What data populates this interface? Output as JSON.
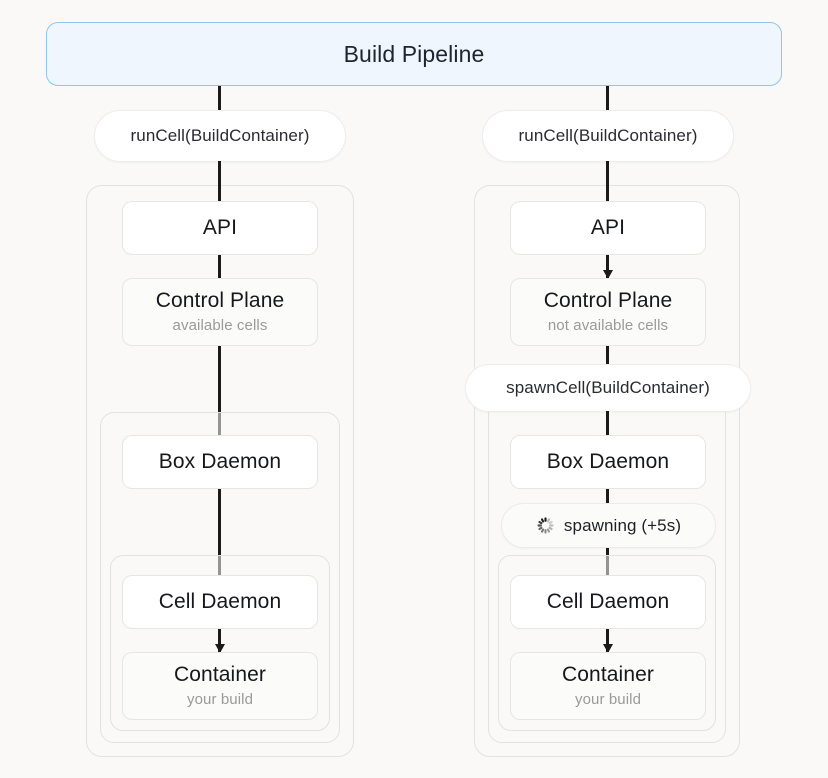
{
  "banner": {
    "title": "Build Pipeline"
  },
  "colors": {
    "page_background": "#faf9f8",
    "banner_fill": "#eff6fe",
    "banner_border": "#93c5ec",
    "card_fill": "#ffffff",
    "card_border": "#e6e6e4",
    "frame_border": "#e2e2e0",
    "connector": "#1a1a1a",
    "subtitle_text": "#9a9a99",
    "title_text": "#17181c"
  },
  "columns": [
    {
      "id": "available-path",
      "entry_pill": "runCell(BuildContainer)",
      "cards": {
        "api": {
          "title": "API",
          "subtitle": ""
        },
        "control_plane": {
          "title": "Control Plane",
          "subtitle": "available cells"
        },
        "box_daemon": {
          "title": "Box Daemon",
          "subtitle": ""
        },
        "cell_daemon": {
          "title": "Cell Daemon",
          "subtitle": ""
        },
        "container": {
          "title": "Container",
          "subtitle": "your build"
        }
      },
      "status_pill": null,
      "spawn_pill": null
    },
    {
      "id": "not-available-path",
      "entry_pill": "runCell(BuildContainer)",
      "cards": {
        "api": {
          "title": "API",
          "subtitle": ""
        },
        "control_plane": {
          "title": "Control Plane",
          "subtitle": "not available cells"
        },
        "box_daemon": {
          "title": "Box Daemon",
          "subtitle": ""
        },
        "cell_daemon": {
          "title": "Cell Daemon",
          "subtitle": ""
        },
        "container": {
          "title": "Container",
          "subtitle": "your build"
        }
      },
      "spawn_pill": "spawnCell(BuildContainer)",
      "status_pill": {
        "label": "spawning (+5s)",
        "icon": "spinner-icon"
      }
    }
  ]
}
